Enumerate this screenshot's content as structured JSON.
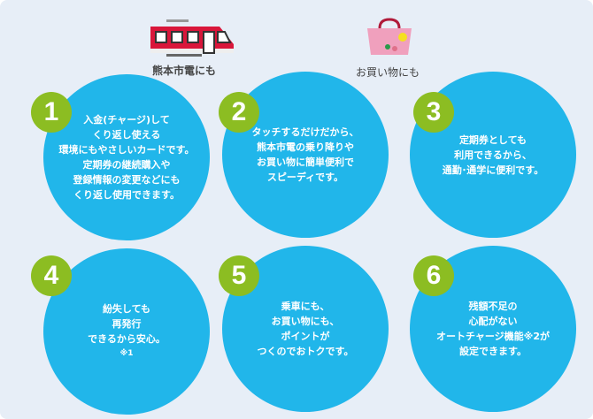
{
  "icons": [
    {
      "name": "train-icon",
      "label": "熊本市電にも"
    },
    {
      "name": "shopping-bag-icon",
      "label": "お買い物にも"
    }
  ],
  "features": [
    {
      "number": "1",
      "text": "入金(チャージ)して\nくり返し使える\n環境にもやさしいカードです。\n定期券の継続購入や\n登録情報の変更などにも\nくり返し使用できます。"
    },
    {
      "number": "2",
      "text": "タッチするだけだから、\n熊本市電の乗り降りや\nお買い物に簡単便利で\nスピーディです。"
    },
    {
      "number": "3",
      "text": "定期券としても\n利用できるから、\n通勤･通学に便利です。"
    },
    {
      "number": "4",
      "text": "紛失しても\n再発行\nできるから安心。",
      "note": "※1"
    },
    {
      "number": "5",
      "text": "乗車にも、\nお買い物にも、\nポイントが\nつくのでおトクです。"
    },
    {
      "number": "6",
      "text": "残額不足の\n心配がない\nオートチャージ機能※2が\n設定できます。"
    }
  ],
  "colors": {
    "circle": "#21b6ea",
    "badge": "#8cbd22",
    "background": "#e7eef7"
  }
}
